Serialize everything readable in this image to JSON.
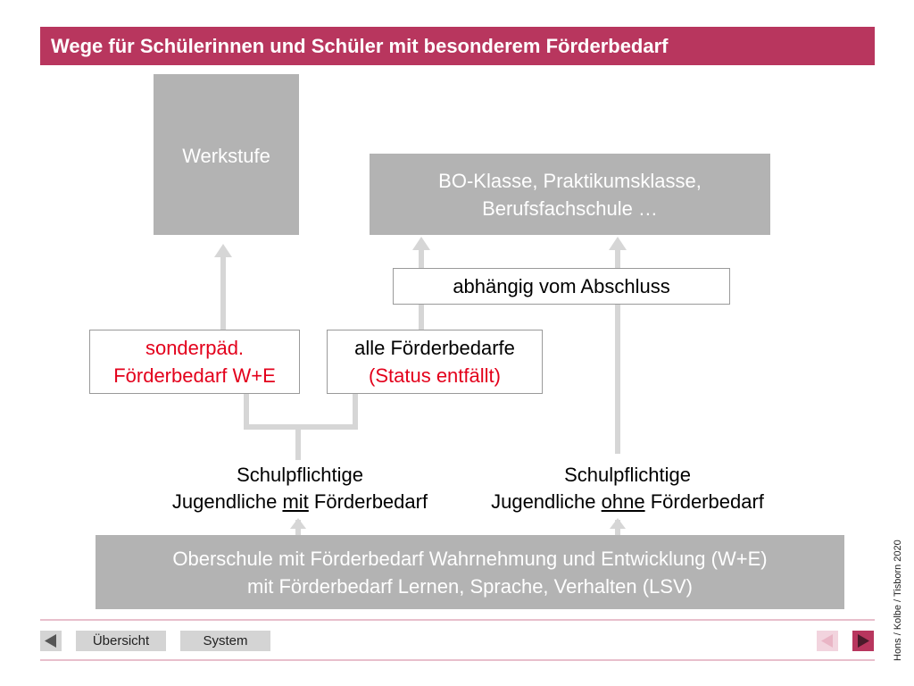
{
  "title": "Wege für Schülerinnen und Schüler mit besonderem Förderbedarf",
  "werkstufe": "Werkstufe",
  "bo": {
    "line1": "BO-Klasse, Praktikumsklasse,",
    "line2": "Berufsfachschule …"
  },
  "abhaengig": "abhängig vom Abschluss",
  "sonderpaed": {
    "line1": "sonderpäd.",
    "line2": "Förderbedarf W+E"
  },
  "alle": {
    "line1": "alle Förderbedarfe",
    "line2": "(Status entfällt)"
  },
  "mit": {
    "line1": "Schulpflichtige",
    "pre": "Jugendliche ",
    "key": "mit",
    "post": " Förderbedarf"
  },
  "ohne": {
    "line1": "Schulpflichtige",
    "pre": "Jugendliche ",
    "key": "ohne",
    "post": " Förderbedarf"
  },
  "oberschule": {
    "line1": "Oberschule mit Förderbedarf Wahrnehmung und Entwicklung (W+E)",
    "line2": "mit Förderbedarf Lernen, Sprache, Verhalten (LSV)"
  },
  "nav": {
    "uebersicht": "Übersicht",
    "system": "System"
  },
  "credit": "Hons / Kolbe / Tisborn 2020",
  "colors": {
    "accent": "#b8365e",
    "box_gray": "#b3b3b3",
    "highlight_red": "#e3001b",
    "connector": "#d6d6d6"
  }
}
